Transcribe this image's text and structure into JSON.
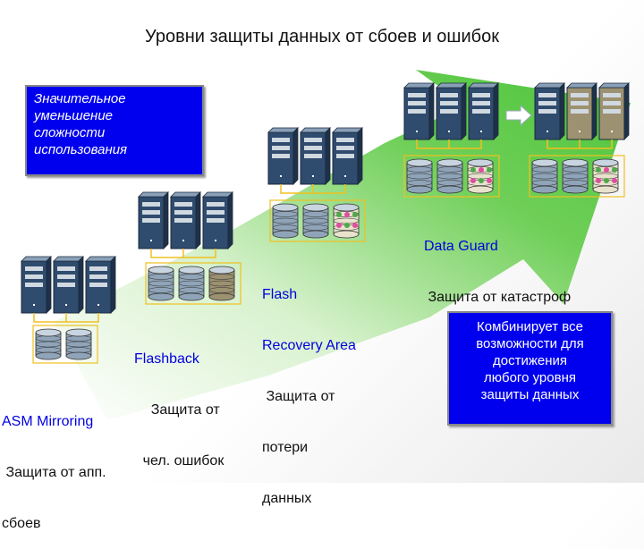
{
  "title": "Уровни защиты данных от сбоев и ошибок",
  "colors": {
    "arrow": "#7dd36a",
    "box": "#0000ee",
    "label_blue": "#0000e0",
    "server": "#2f4b6e",
    "disk": "#8fa4b8",
    "disk_brown": "#9c9170"
  },
  "box_top_left": {
    "lines": [
      "Значительное",
      "уменьшение",
      "сложности",
      "использования"
    ]
  },
  "box_bottom_right": {
    "lines": [
      "Комбинирует все",
      "возможности для",
      "достижения",
      "любого уровня",
      "защиты данных"
    ]
  },
  "labels": {
    "asm": {
      "line1": "ASM Mirroring",
      "line2": " Защита от апп.",
      "line3": "сбоев"
    },
    "flashback": {
      "line1": "Flashback",
      "line2": " Защита от",
      "line3": "чел. ошибок"
    },
    "fra": {
      "line1": "Flash",
      "line2": "Recovery Area",
      "line3": " Защита от",
      "line4": "потери",
      "line5": "данных"
    },
    "dataguard": {
      "line1": "Data Guard",
      "line2": " Защита от катастроф"
    }
  },
  "icons": [
    "server-icon",
    "disk-stack-icon",
    "flower-disk-icon",
    "transfer-arrow-icon"
  ]
}
